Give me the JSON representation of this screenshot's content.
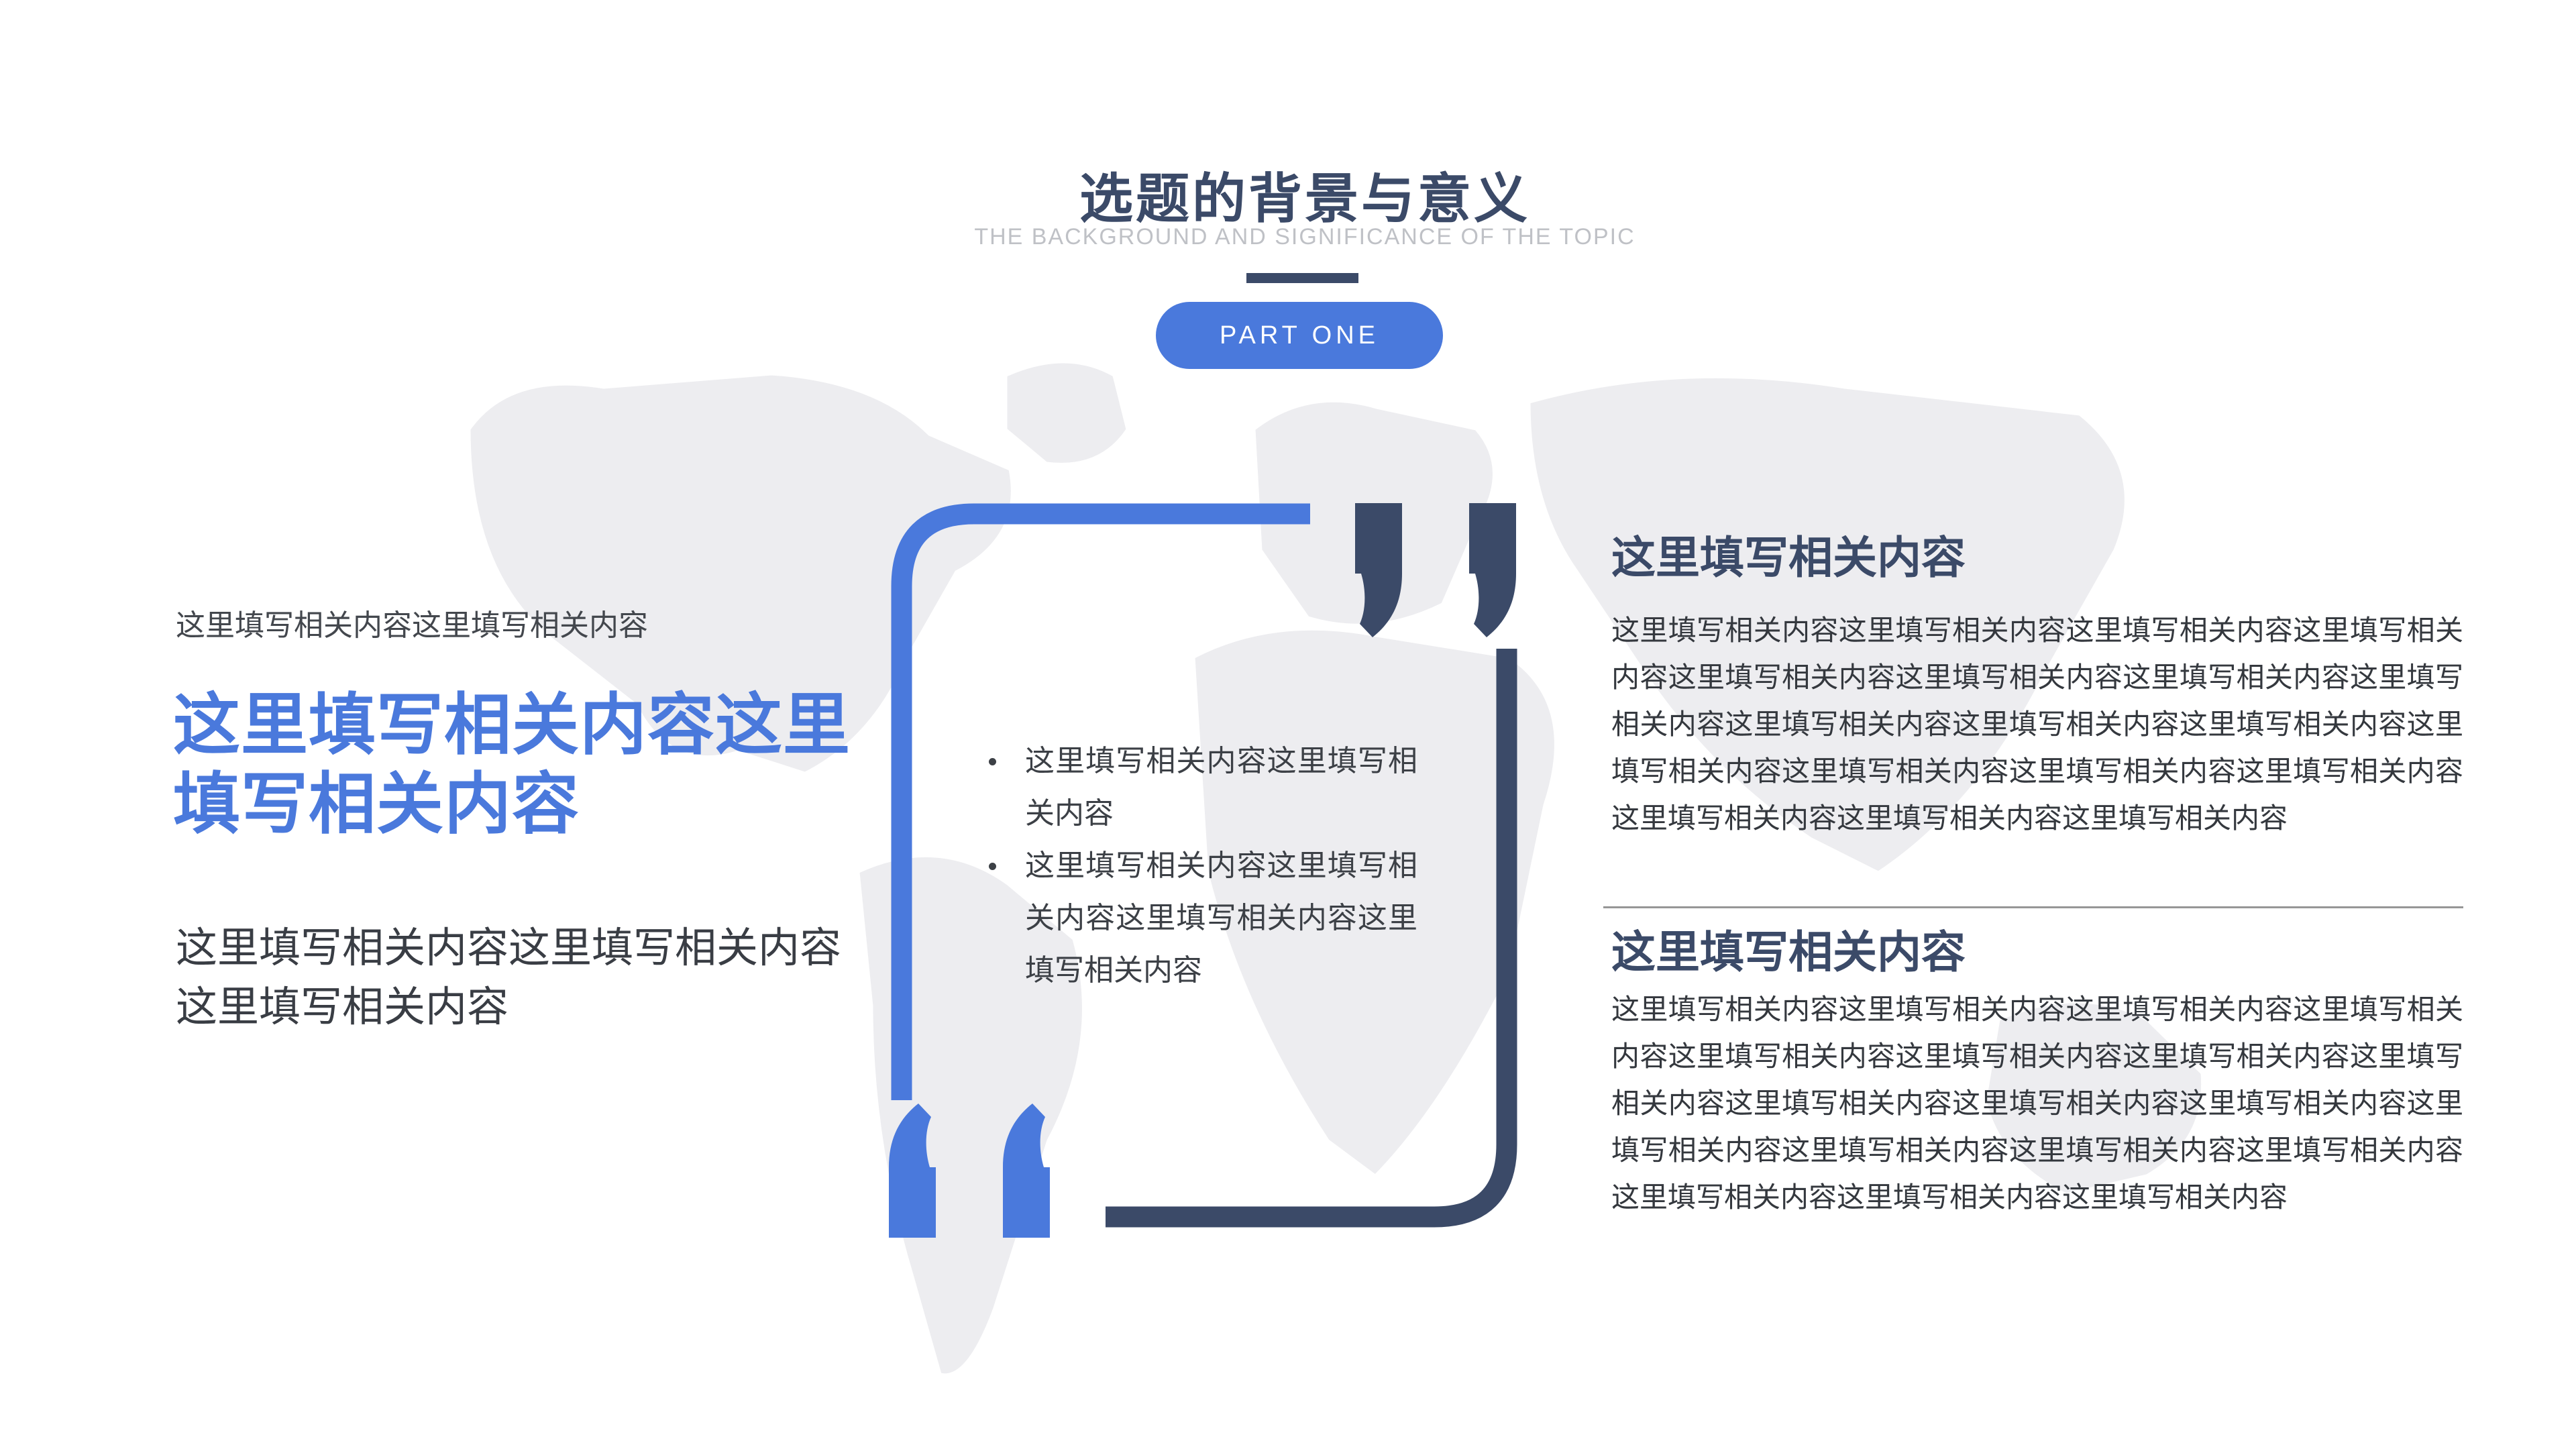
{
  "header": {
    "title": "选题的背景与意义",
    "subtitle": "THE BACKGROUND AND SIGNIFICANCE OF THE TOPIC",
    "part_label": "PART ONE"
  },
  "left": {
    "intro": "这里填写相关内容这里填写相关内容",
    "headline": "这里填写相关内容这里填写相关内容",
    "body": "这里填写相关内容这里填写相关内容这里填写相关内容"
  },
  "quote": {
    "bullets": [
      "这里填写相关内容这里填写相关内容",
      "这里填写相关内容这里填写相关内容这里填写相关内容这里填写相关内容"
    ]
  },
  "right": {
    "sections": [
      {
        "heading": "这里填写相关内容",
        "body": "这里填写相关内容这里填写相关内容这里填写相关内容这里填写相关内容这里填写相关内容这里填写相关内容这里填写相关内容这里填写相关内容这里填写相关内容这里填写相关内容这里填写相关内容这里填写相关内容这里填写相关内容这里填写相关内容这里填写相关内容这里填写相关内容这里填写相关内容这里填写相关内容"
      },
      {
        "heading": "这里填写相关内容",
        "body": "这里填写相关内容这里填写相关内容这里填写相关内容这里填写相关内容这里填写相关内容这里填写相关内容这里填写相关内容这里填写相关内容这里填写相关内容这里填写相关内容这里填写相关内容这里填写相关内容这里填写相关内容这里填写相关内容这里填写相关内容这里填写相关内容这里填写相关内容这里填写相关内容"
      }
    ]
  },
  "colors": {
    "accent_blue": "#4a79dc",
    "navy": "#3b4a68",
    "map_gray": "#ededf0",
    "subtitle_gray": "#bfc1c6"
  }
}
